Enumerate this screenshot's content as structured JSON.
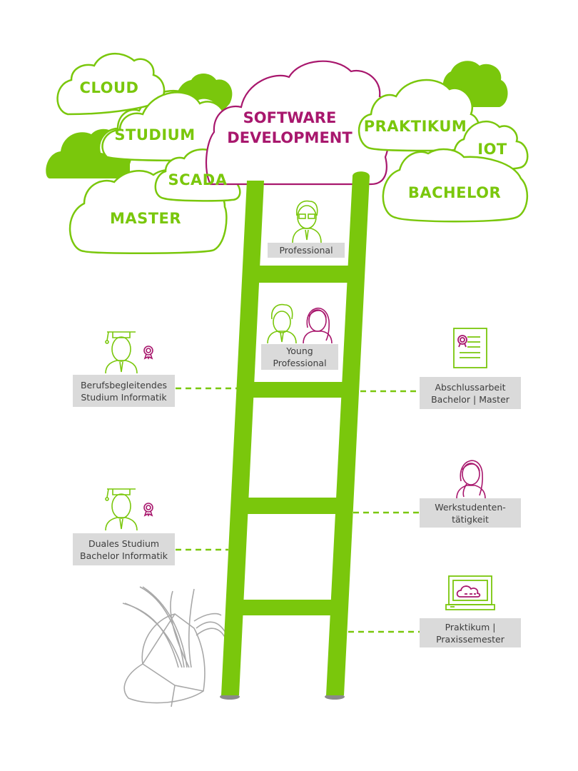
{
  "colors": {
    "green": "#7ac70c",
    "magenta": "#a8176d",
    "label_bg": "#dadada",
    "label_text": "#3d3d3d",
    "plant_gray": "#a8a8a8"
  },
  "clouds": {
    "center": {
      "line1": "SOFTWARE",
      "line2": "DEVELOPMENT"
    },
    "cloud": "CLOUD",
    "studium": "STUDIUM",
    "scada": "SCADA",
    "master": "MASTER",
    "praktikum": "PRAKTIKUM",
    "iot": "IOT",
    "bachelor": "BACHELOR"
  },
  "ladder_stages": {
    "professional": {
      "label": "Professional",
      "icon": "professional-man-icon"
    },
    "young_professional": {
      "line1": "Young",
      "line2": "Professional",
      "icon": "young-professionals-icon"
    }
  },
  "left_entries": [
    {
      "line1": "Berufsbegleitendes",
      "line2": "Studium Informatik",
      "icon": "graduate-with-award-icon"
    },
    {
      "line1": "Duales Studium",
      "line2": "Bachelor Informatik",
      "icon": "graduate-with-award-icon"
    }
  ],
  "right_entries": [
    {
      "line1": "Abschlussarbeit",
      "line2": "Bachelor | Master",
      "icon": "certificate-document-icon"
    },
    {
      "line1": "Werkstudenten-",
      "line2": "tätigkeit",
      "icon": "working-student-woman-icon"
    },
    {
      "line1": "Praktikum |",
      "line2": "Praxissemester",
      "icon": "laptop-cloud-icon"
    }
  ]
}
